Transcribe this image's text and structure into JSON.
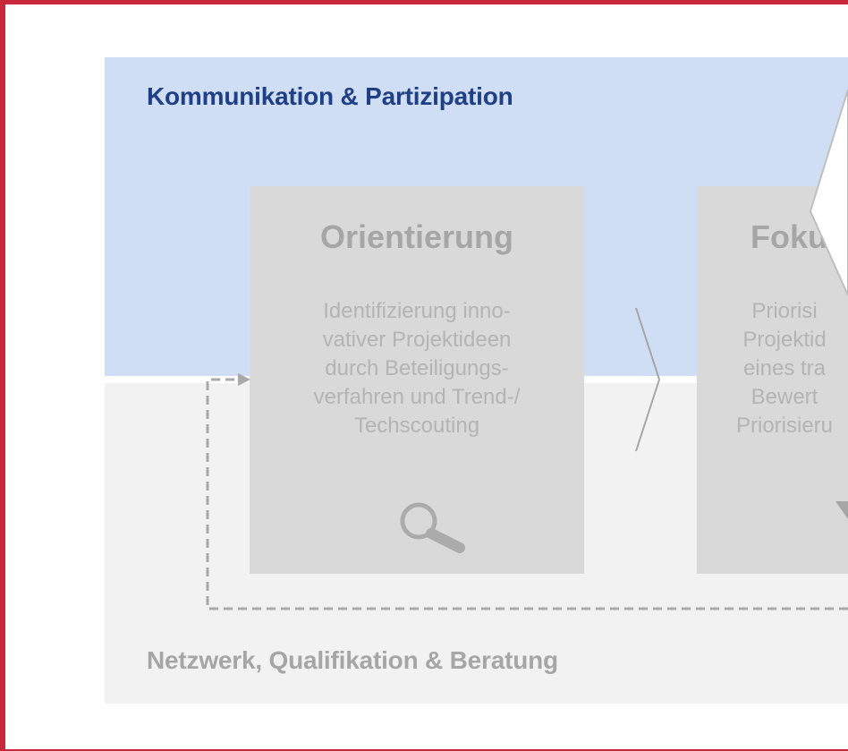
{
  "top_band": {
    "title": "Kommunikation & Partizipation"
  },
  "bottom_band": {
    "title": "Netzwerk, Qualifikation & Beratung"
  },
  "cards": [
    {
      "title": "Orientierung",
      "lines": [
        "Identifizierung inno-",
        "vativer Projektideen",
        "durch Beteiligungs-",
        "verfahren und Trend-/",
        "Techscouting"
      ],
      "icon": "magnifier-icon"
    },
    {
      "title": "Foku",
      "lines": [
        "Priorisi",
        "Projektid",
        "eines tra",
        "Bewert",
        "Priorisieru"
      ]
    }
  ],
  "colors": {
    "frame": "#c8293a",
    "top_band": "#cfdef4",
    "bottom_band": "#f2f2f2",
    "top_title": "#1f3f86",
    "card": "#d9d9d9"
  }
}
